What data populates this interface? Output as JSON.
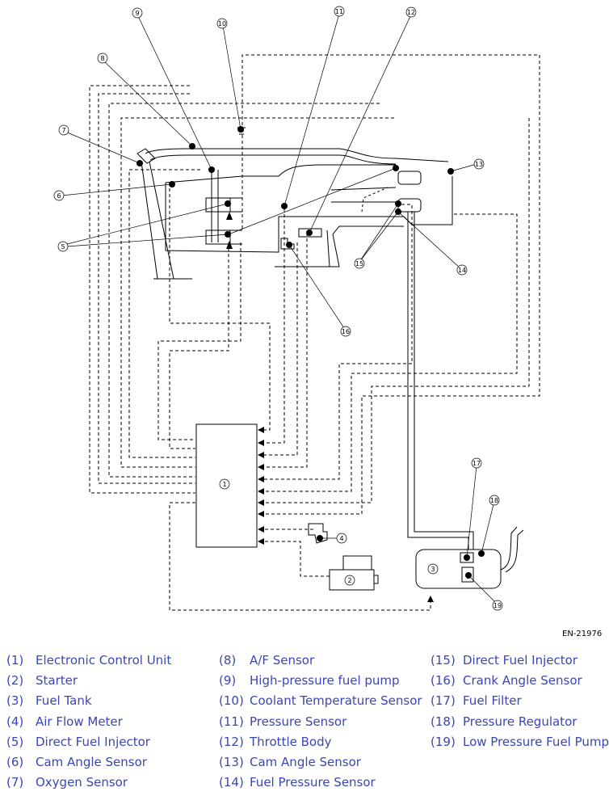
{
  "document_code": "EN-21976",
  "callouts": [
    "1",
    "2",
    "3",
    "4",
    "5",
    "6",
    "7",
    "8",
    "9",
    "10",
    "11",
    "12",
    "13",
    "14",
    "15",
    "16",
    "17",
    "18",
    "19"
  ],
  "legend": [
    {
      "num": "(1)",
      "text": "Electronic Control Unit"
    },
    {
      "num": "(2)",
      "text": "Starter"
    },
    {
      "num": "(3)",
      "text": "Fuel Tank"
    },
    {
      "num": "(4)",
      "text": "Air Flow Meter"
    },
    {
      "num": "(5)",
      "text": "Direct Fuel Injector"
    },
    {
      "num": "(6)",
      "text": "Cam Angle Sensor"
    },
    {
      "num": "(7)",
      "text": "Oxygen Sensor"
    },
    {
      "num": "(8)",
      "text": "A/F Sensor"
    },
    {
      "num": "(9)",
      "text": "High-pressure fuel pump"
    },
    {
      "num": "(10)",
      "text": "Coolant Temperature Sensor"
    },
    {
      "num": "(11)",
      "text": "Pressure Sensor"
    },
    {
      "num": "(12)",
      "text": "Throttle Body"
    },
    {
      "num": "(13)",
      "text": "Cam Angle Sensor"
    },
    {
      "num": "(14)",
      "text": "Fuel Pressure Sensor"
    },
    {
      "num": "(15)",
      "text": "Direct Fuel Injector"
    },
    {
      "num": "(16)",
      "text": "Crank Angle Sensor"
    },
    {
      "num": "(17)",
      "text": "Fuel Filter"
    },
    {
      "num": "(18)",
      "text": "Pressure Regulator"
    },
    {
      "num": "(19)",
      "text": "Low Pressure Fuel Pump"
    }
  ],
  "colors": {
    "legend_text": "#3b46b5",
    "line": "#000000"
  }
}
